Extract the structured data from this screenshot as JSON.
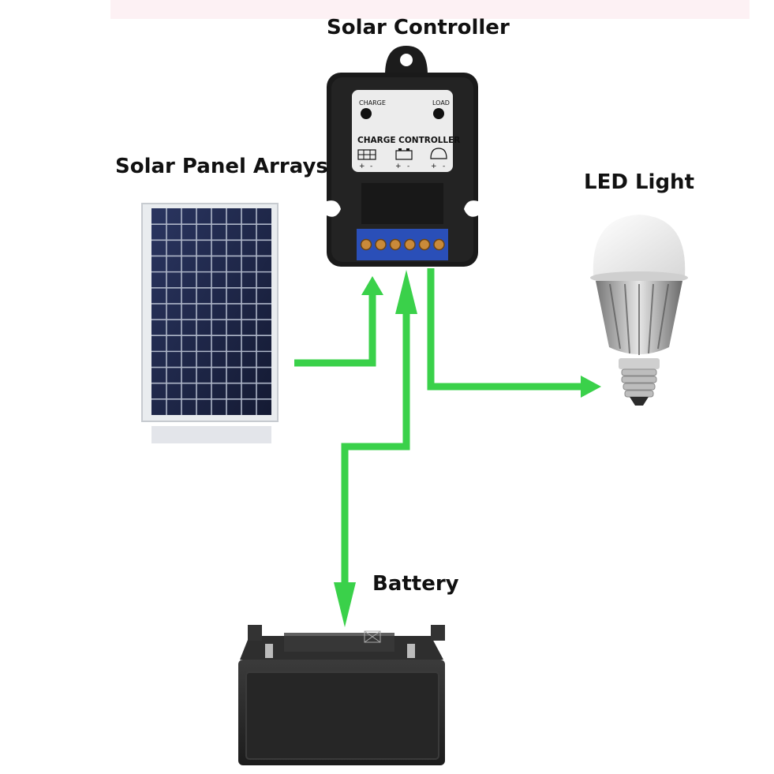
{
  "labels": {
    "solar_controller": "Solar Controller",
    "solar_panel_arrays": "Solar Panel Arrays",
    "led_light": "LED Light",
    "battery": "Battery"
  },
  "controller": {
    "charge": "CHARGE",
    "load": "LOAD",
    "face_title": "CHARGE CONTROLLER",
    "plus": "+",
    "minus": "-"
  },
  "colors": {
    "flow": "#3ad14a",
    "device_body": "#1a1a1a",
    "terminal_block": "#2a4fb8"
  }
}
